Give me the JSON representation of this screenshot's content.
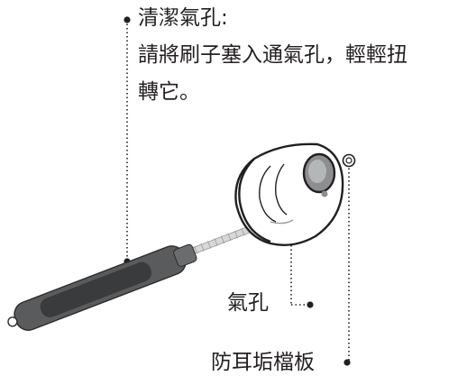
{
  "callouts": {
    "cleaning": {
      "title": "清潔氣孔:",
      "line1": "請將刷子塞入通氣孔，輕輕扭",
      "line2": "轉它。"
    },
    "vent_label": "氣孔",
    "wax_guard_label": "防耳垢檔板"
  },
  "colors": {
    "text": "#231f20",
    "brush_handle": "#5a5b5d",
    "brush_grip": "#3a3b3c",
    "device_outline": "#231f20"
  },
  "icons": [
    "cleaning-brush-icon",
    "hearing-aid-dome-icon"
  ]
}
